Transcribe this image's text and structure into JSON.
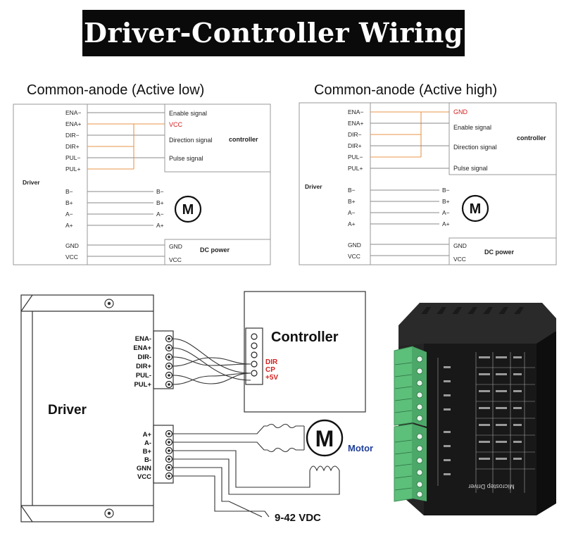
{
  "title": "Driver-Controller Wiring",
  "panel_left": {
    "heading": "Common-anode (Active low)",
    "driver_label": "Driver",
    "driver_pins_top": [
      "ENA−",
      "ENA+",
      "DIR−",
      "DIR+",
      "PUL−",
      "PUL+"
    ],
    "controller_signals": [
      "Enable signal",
      "VCC",
      "Direction signal",
      "Pulse signal"
    ],
    "controller_label": "controller",
    "motor_pins": [
      "B−",
      "B+",
      "A−",
      "A+"
    ],
    "motor_symbol": "M",
    "power_pins": [
      "GND",
      "VCC"
    ],
    "power_label": "DC power"
  },
  "panel_right": {
    "heading": "Common-anode (Active high)",
    "driver_label": "Driver",
    "driver_pins_top": [
      "ENA−",
      "ENA+",
      "DIR−",
      "DIR+",
      "PUL−",
      "PUL+"
    ],
    "controller_signals": [
      "GND",
      "Enable signal",
      "Direction signal",
      "Pulse signal"
    ],
    "controller_label": "controller",
    "motor_pins": [
      "B−",
      "B+",
      "A−",
      "A+"
    ],
    "motor_symbol": "M",
    "power_pins": [
      "GND",
      "VCC"
    ],
    "power_label": "DC power"
  },
  "bottom_diagram": {
    "driver_label": "Driver",
    "controller_label": "Controller",
    "signal_pins": [
      "ENA-",
      "ENA+",
      "DIR-",
      "DIR+",
      "PUL-",
      "PUL+"
    ],
    "controller_pins": [
      "DIR",
      "CP",
      "+5V"
    ],
    "motor_pins": [
      "A+",
      "A-",
      "B+",
      "B-",
      "GNN",
      "VCC"
    ],
    "motor_symbol": "M",
    "motor_label": "Motor",
    "power_label": "9-42 VDC"
  },
  "colors": {
    "orange_wire": "#e8964a",
    "red_text": "#d42020",
    "motor_blue": "#1f3f9a",
    "terminal_green": "#5cbf7a",
    "module_black": "#1a1a1a"
  },
  "module_photo": {
    "name": "Microstep Driver",
    "icons": [
      "heatsink",
      "terminal-block"
    ]
  }
}
